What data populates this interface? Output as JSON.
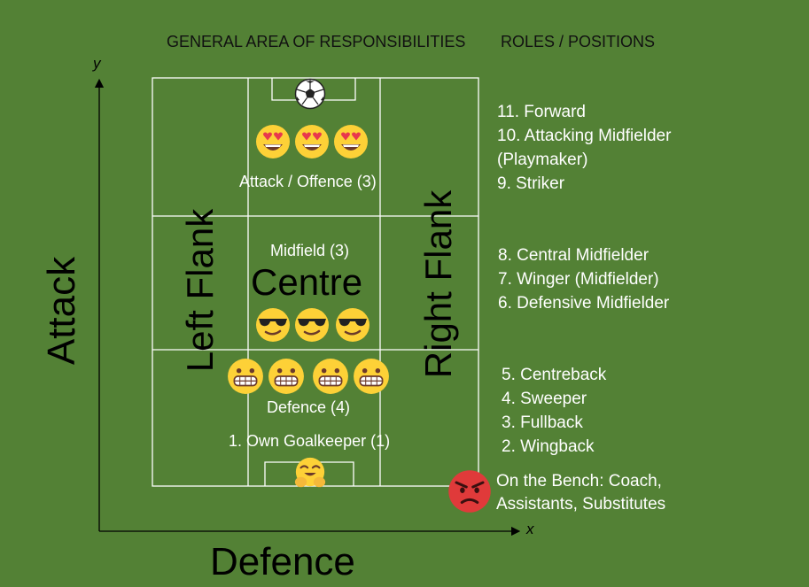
{
  "headings": {
    "area": "GENERAL AREA OF RESPONSIBILITIES",
    "roles": "ROLES / POSITIONS"
  },
  "axes": {
    "y_letter": "y",
    "x_letter": "x",
    "y_title": "Attack",
    "x_title": "Defence"
  },
  "pitch": {
    "left_flank": "Left Flank",
    "right_flank": "Right Flank",
    "centre": "Centre",
    "attack_label": "Attack / Offence (3)",
    "midfield_label": "Midfield (3)",
    "defence_label": "Defence (4)",
    "goalkeeper_label": "1. Own Goalkeeper (1)"
  },
  "roles": {
    "attack": [
      "11. Forward",
      "10. Attacking Midfielder",
      "(Playmaker)",
      "9. Striker"
    ],
    "midfield": [
      "8. Central Midfielder",
      "7. Winger (Midfielder)",
      "6. Defensive Midfielder"
    ],
    "defence": [
      "5. Centreback",
      "4. Sweeper",
      "3. Fullback",
      "2. Wingback"
    ],
    "bench": [
      "On the Bench:  Coach,",
      "Assistants, Substitutes"
    ]
  },
  "colors": {
    "background": "#538135",
    "line": "#ffffff",
    "axis": "#000000",
    "emoji_yellow": "#fdd137",
    "angry_red": "#e03a3a",
    "heading_text": "#111111"
  },
  "icons": [
    "soccer-ball-icon",
    "heart-eyes-emoji-icon",
    "sunglasses-emoji-icon",
    "grimacing-emoji-icon",
    "hugging-emoji-icon",
    "angry-emoji-icon"
  ]
}
